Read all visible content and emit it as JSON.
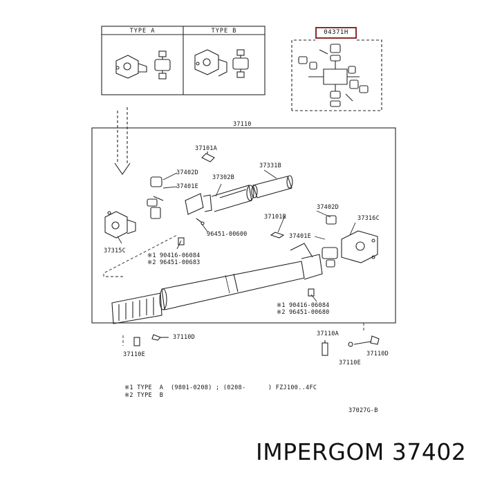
{
  "type_table": {
    "type_a_label": "TYPE A",
    "type_b_label": "TYPE B"
  },
  "kit_code": "04371H",
  "assembly_number": "37110",
  "parts": {
    "p37101A": "37101A",
    "p37402D_top": "37402D",
    "p37302B": "37302B",
    "p37401E_top": "37401E",
    "p37331B": "37331B",
    "p37402D_right": "37402D",
    "p37101B": "37101B",
    "p37316C": "37316C",
    "p96451_00600": "96451-00600",
    "p37401E_right": "37401E",
    "p37315C": "37315C",
    "left_note_1": "※1 90416-06084",
    "left_note_2": "※2 96451-00683",
    "right_note_1": "※1 90416-06084",
    "right_note_2": "※2 96451-00680",
    "p37110D_left": "37110D",
    "p37110E_left": "37110E",
    "p37110A": "37110A",
    "p37110D_right": "37110D",
    "p37110E_right": "37110E"
  },
  "footnotes": {
    "line1": "※1 TYPE  A  (9801-0208) ; (0208-      ) FZJ100..4FC",
    "line2": "※2 TYPE  B"
  },
  "drawing_id": "37027G-B",
  "brand_caption": "IMPERGOM 37402"
}
